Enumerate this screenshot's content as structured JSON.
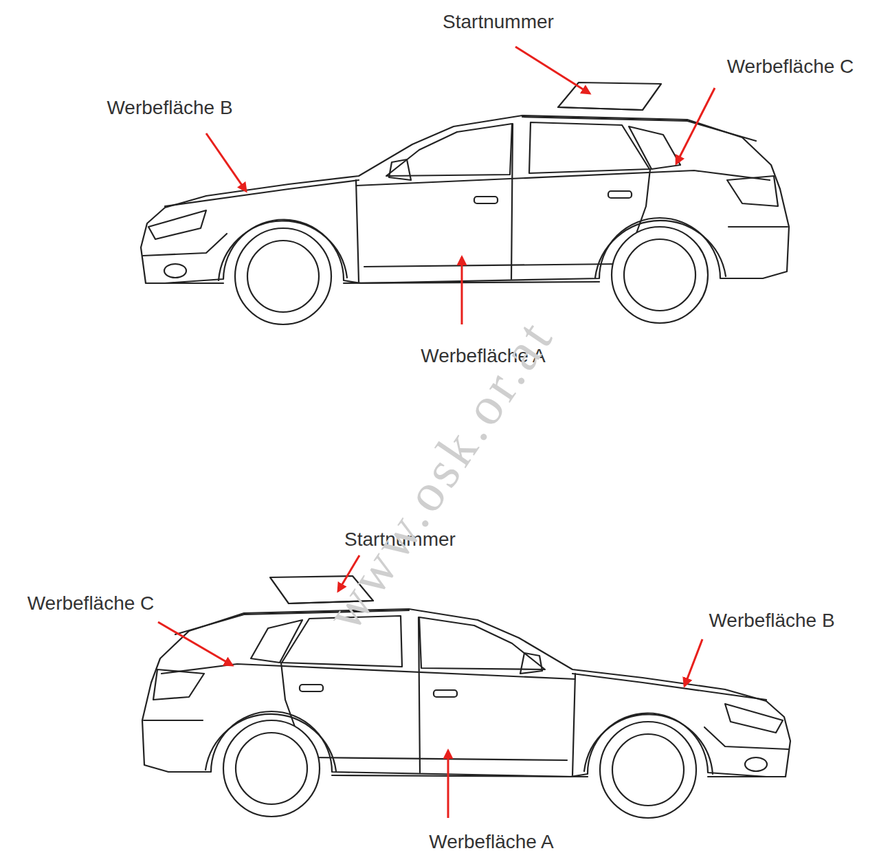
{
  "diagram": {
    "labels": [
      "Startnummer",
      "Werbefläche C",
      "Werbefläche B",
      "Werbefläche A",
      "Startnummer",
      "Werbefläche C",
      "Werbefläche B",
      "Werbefläche A",
      "www.osk.or.at"
    ]
  }
}
